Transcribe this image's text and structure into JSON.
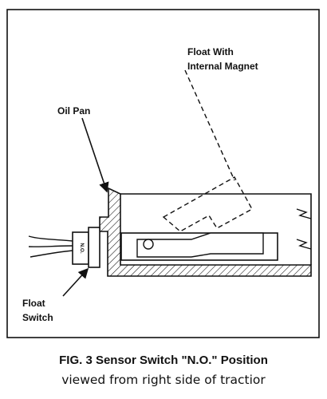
{
  "labels": {
    "float_line1": "Float With",
    "float_line2": "Internal Magnet",
    "oil_pan": "Oil Pan",
    "switch_line1": "Float",
    "switch_line2": "Switch",
    "connector_mark": "N.O."
  },
  "caption": {
    "title": "FIG. 3  Sensor Switch \"N.O.\" Position",
    "subtitle": "viewed from right side of tractior"
  }
}
